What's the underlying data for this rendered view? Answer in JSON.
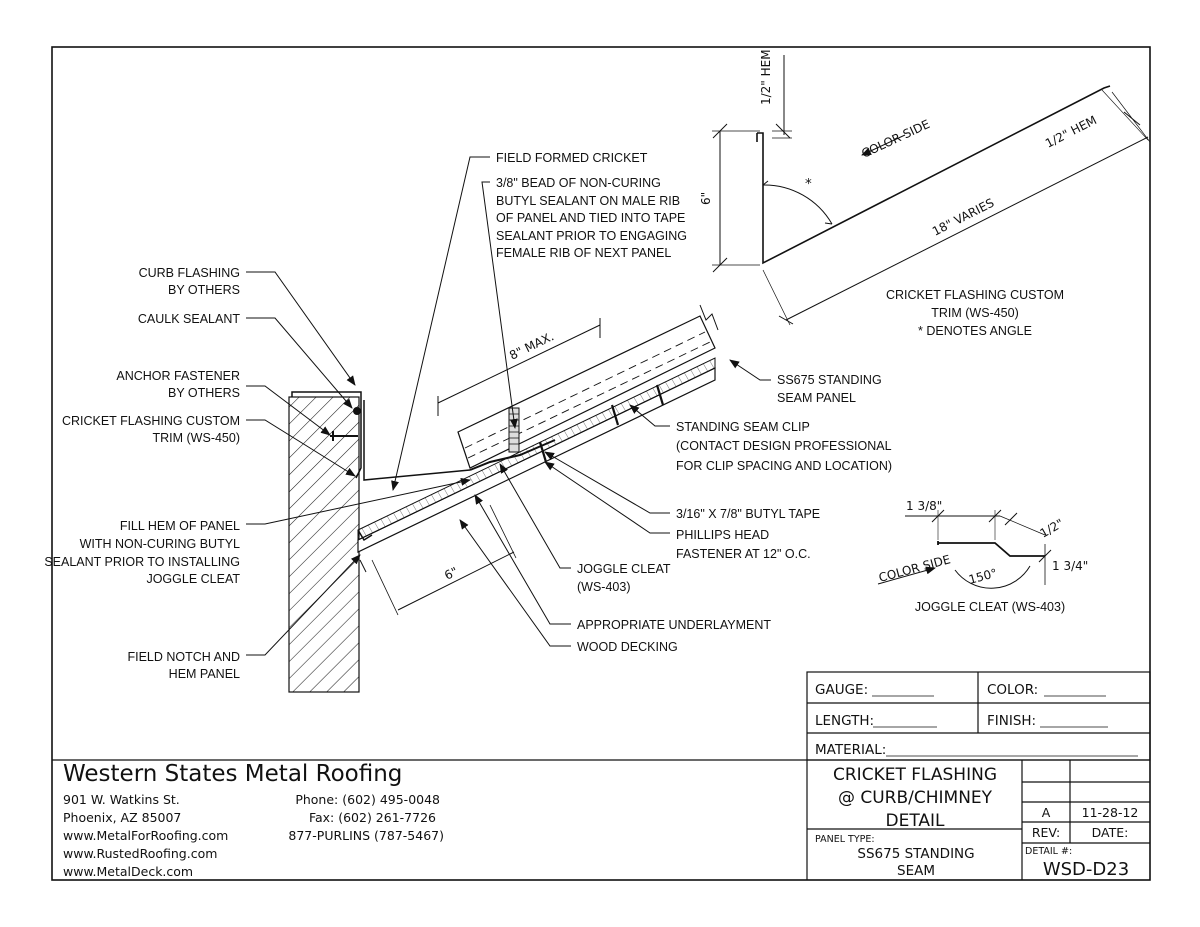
{
  "callouts": {
    "curb_flashing": [
      "CURB FLASHING",
      "BY OTHERS"
    ],
    "caulk_sealant": [
      "CAULK SEALANT"
    ],
    "anchor_fastener": [
      "ANCHOR FASTENER",
      "BY OTHERS"
    ],
    "cricket_trim": [
      "CRICKET FLASHING CUSTOM",
      "TRIM (WS-450)"
    ],
    "fill_hem": [
      "FILL HEM OF PANEL",
      "WITH NON-CURING BUTYL",
      "SEALANT PRIOR TO INSTALLING",
      "JOGGLE CLEAT"
    ],
    "field_notch": [
      "FIELD NOTCH AND",
      "HEM PANEL"
    ],
    "field_formed": [
      "FIELD FORMED CRICKET"
    ],
    "bead": [
      "3/8\" BEAD OF NON-CURING",
      "BUTYL SEALANT ON MALE RIB",
      "OF PANEL AND TIED INTO TAPE",
      "SEALANT PRIOR TO ENGAGING",
      "FEMALE RIB OF NEXT PANEL"
    ],
    "ss675": [
      "SS675 STANDING",
      "SEAM PANEL"
    ],
    "clip": [
      "STANDING SEAM CLIP",
      "(CONTACT DESIGN PROFESSIONAL",
      "FOR CLIP SPACING AND LOCATION)"
    ],
    "butyl_tape": [
      "3/16\" X 7/8\" BUTYL TAPE"
    ],
    "phillips": [
      "PHILLIPS HEAD",
      "FASTENER AT 12\" O.C."
    ],
    "joggle": [
      "JOGGLE CLEAT",
      "(WS-403)"
    ],
    "underlayment": [
      "APPROPRIATE UNDERLAYMENT"
    ],
    "decking": [
      "WOOD DECKING"
    ]
  },
  "dims": {
    "eight_max": "8\" MAX.",
    "six_bottom": "6\"",
    "half_hem_v": "1/2\" HEM",
    "half_hem_d": "1/2\" HEM",
    "color_side_top": "COLOR SIDE",
    "six_trim": "6\"",
    "angle_mark": "*",
    "eighteen": "18\" VARIES",
    "one_3_8": "1 3/8\"",
    "half": "1/2\"",
    "one_3_4": "1 3/4\"",
    "deg150": "150°",
    "color_side_cleat": "COLOR SIDE"
  },
  "trim_detail": {
    "lines": [
      "CRICKET FLASHING CUSTOM",
      "TRIM (WS-450)",
      "* DENOTES ANGLE"
    ]
  },
  "cleat_detail": {
    "label": "JOGGLE CLEAT (WS-403)"
  },
  "spec": {
    "gauge": "GAUGE:",
    "color": "COLOR:",
    "length": "LENGTH:",
    "finish": "FINISH:",
    "material": "MATERIAL:"
  },
  "company": {
    "name": "Western States Metal Roofing",
    "address1": "901 W. Watkins St.",
    "address2": "Phoenix, AZ 85007",
    "web1": "www.MetalForRoofing.com",
    "web2": "www.RustedRoofing.com",
    "web3": "www.MetalDeck.com",
    "phone": "Phone: (602) 495-0048",
    "fax": "Fax: (602) 261-7726",
    "tollfree": "877-PURLINS (787-5467)"
  },
  "title_block": {
    "title1": "CRICKET FLASHING",
    "title2": "@ CURB/CHIMNEY",
    "title3": "DETAIL",
    "rev": "A",
    "date": "11-28-12",
    "rev_label": "REV:",
    "date_label": "DATE:",
    "panel_type_label": "PANEL TYPE:",
    "panel_type1": "SS675 STANDING",
    "panel_type2": "SEAM",
    "detail_label": "DETAIL #:",
    "detail_no": "WSD-D23"
  }
}
